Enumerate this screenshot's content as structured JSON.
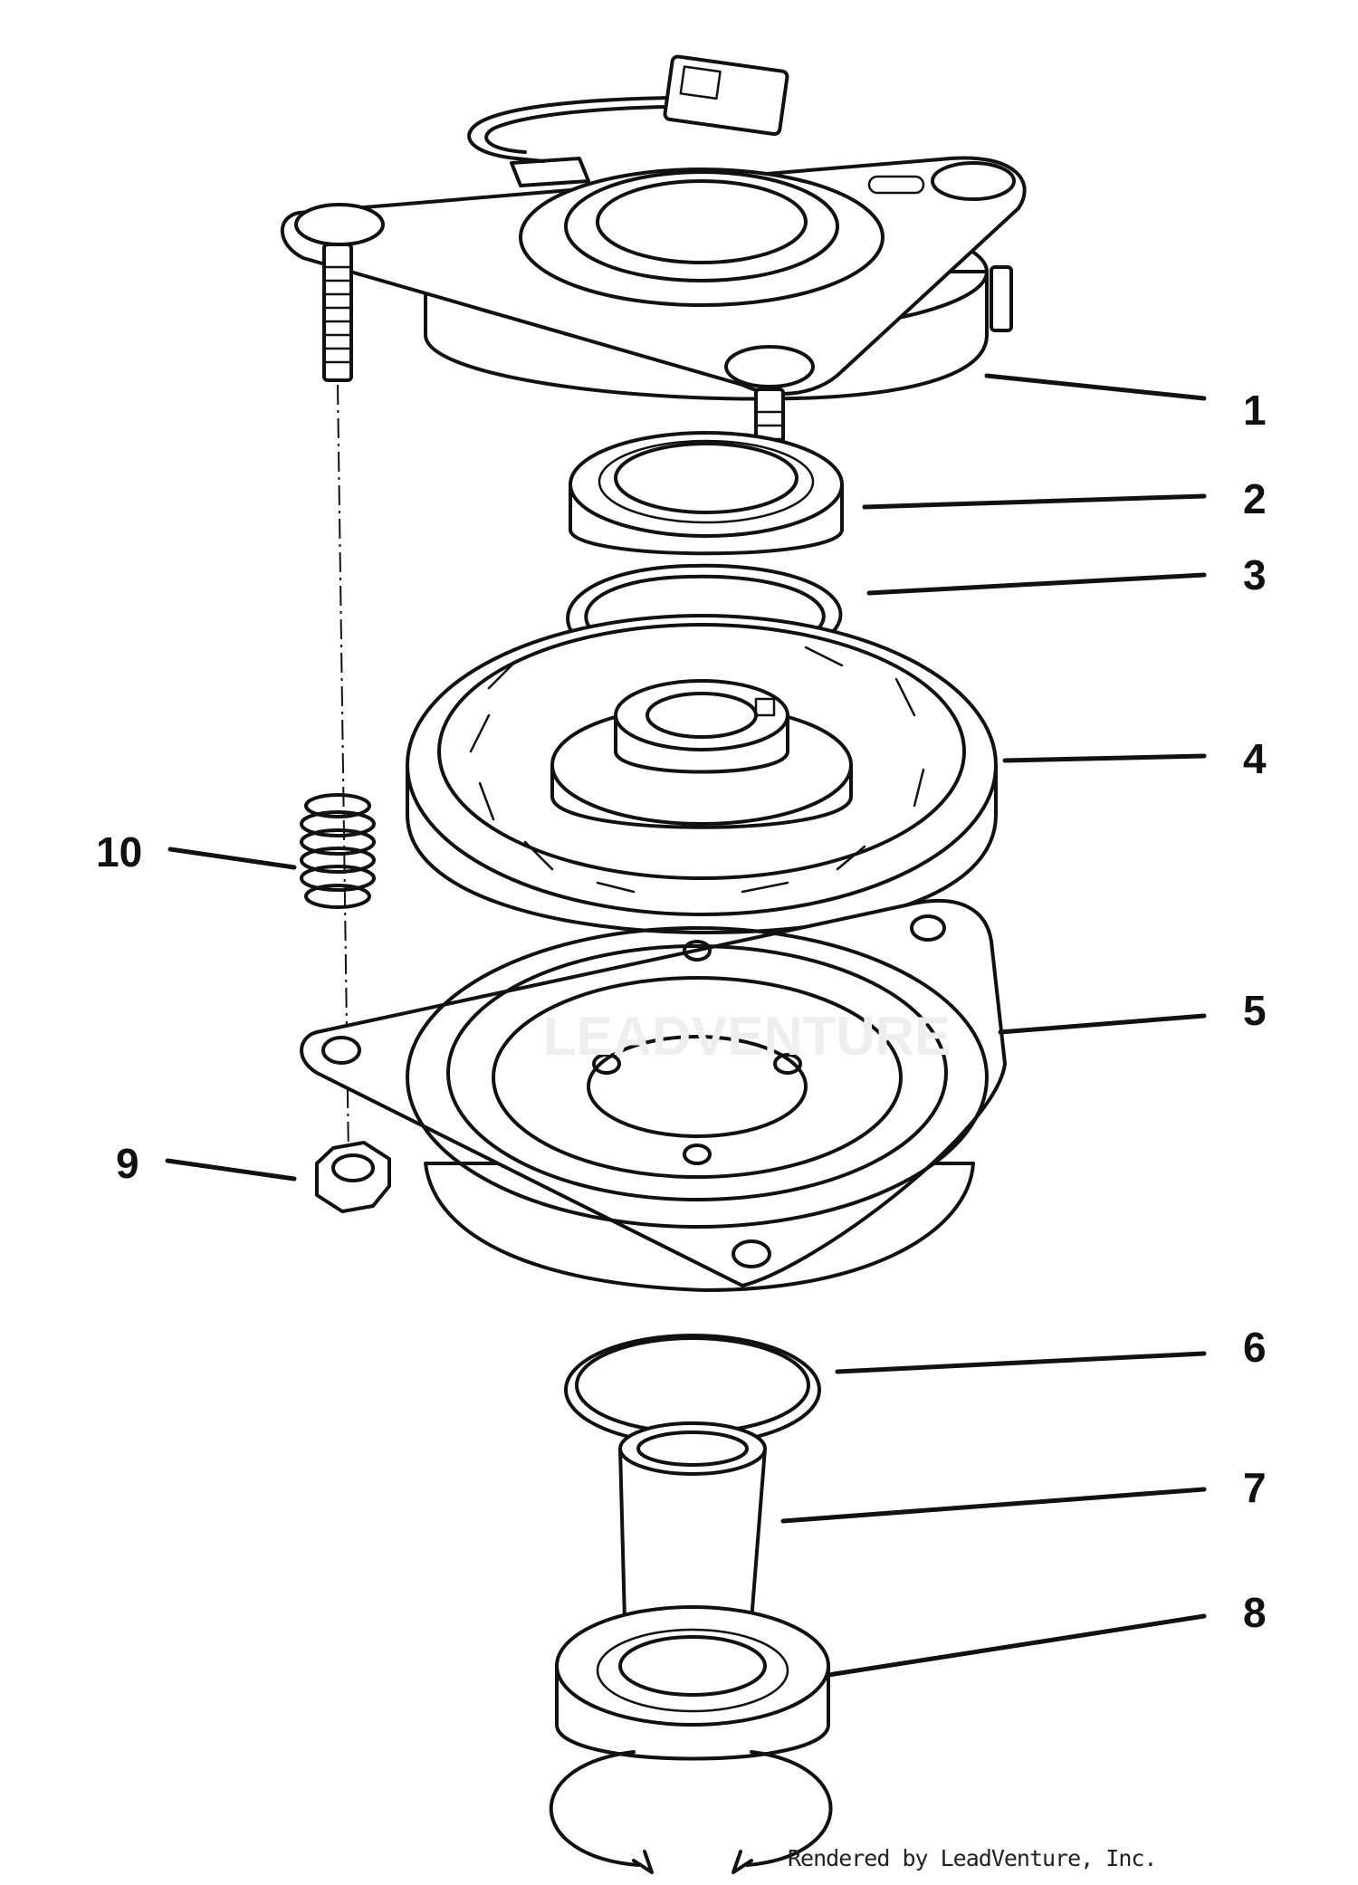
{
  "diagram": {
    "callouts": [
      {
        "id": "1",
        "label": "1"
      },
      {
        "id": "2",
        "label": "2"
      },
      {
        "id": "3",
        "label": "3"
      },
      {
        "id": "4",
        "label": "4"
      },
      {
        "id": "5",
        "label": "5"
      },
      {
        "id": "6",
        "label": "6"
      },
      {
        "id": "7",
        "label": "7"
      },
      {
        "id": "8",
        "label": "8"
      },
      {
        "id": "9",
        "label": "9"
      },
      {
        "id": "10",
        "label": "10"
      }
    ],
    "credit": "Rendered by LeadVenture, Inc.",
    "watermark": "LEADVENTURE"
  }
}
